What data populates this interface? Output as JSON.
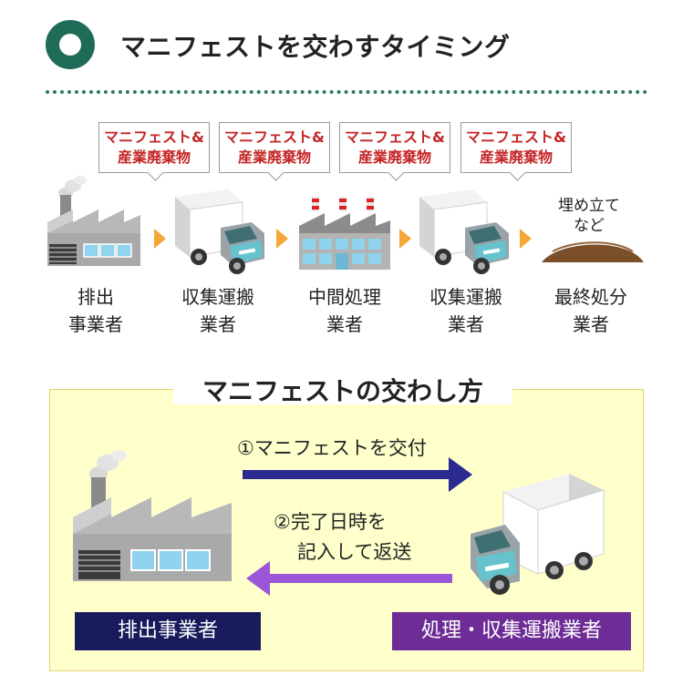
{
  "header": {
    "title": "マニフェストを交わすタイミング"
  },
  "bubbles": [
    {
      "line1": "マニフェスト&",
      "line2": "産業廃棄物"
    },
    {
      "line1": "マニフェスト&",
      "line2": "産業廃棄物"
    },
    {
      "line1": "マニフェスト&",
      "line2": "産業廃棄物"
    },
    {
      "line1": "マニフェスト&",
      "line2": "産業廃棄物"
    }
  ],
  "flow": {
    "stages": [
      {
        "line1": "排出",
        "line2": "事業者",
        "icon": "factory-icon"
      },
      {
        "line1": "収集運搬",
        "line2": "業者",
        "icon": "truck-icon"
      },
      {
        "line1": "中間処理",
        "line2": "業者",
        "icon": "processing-plant-icon"
      },
      {
        "line1": "収集運搬",
        "line2": "業者",
        "icon": "truck-icon"
      },
      {
        "line1": "最終処分",
        "line2": "業者",
        "icon": "landfill-mound-icon"
      }
    ],
    "landfill_label": {
      "line1": "埋め立て",
      "line2": "など"
    }
  },
  "exchange": {
    "title": "マニフェストの交わし方",
    "step1": "①マニフェストを交付",
    "step2_line1": "②完了日時を",
    "step2_line2": "記入して返送",
    "left_party": "排出事業者",
    "right_party": "処理・収集運搬業者"
  },
  "colors": {
    "accent_green": "#1e6c57",
    "bubble_text": "#c42525",
    "chevron": "#f4a736",
    "arrow_forward": "#2b2a8f",
    "arrow_back": "#9b55d6",
    "badge_left": "#181a5c",
    "badge_right": "#6e2d96",
    "panel_bg": "#ffffcc"
  }
}
